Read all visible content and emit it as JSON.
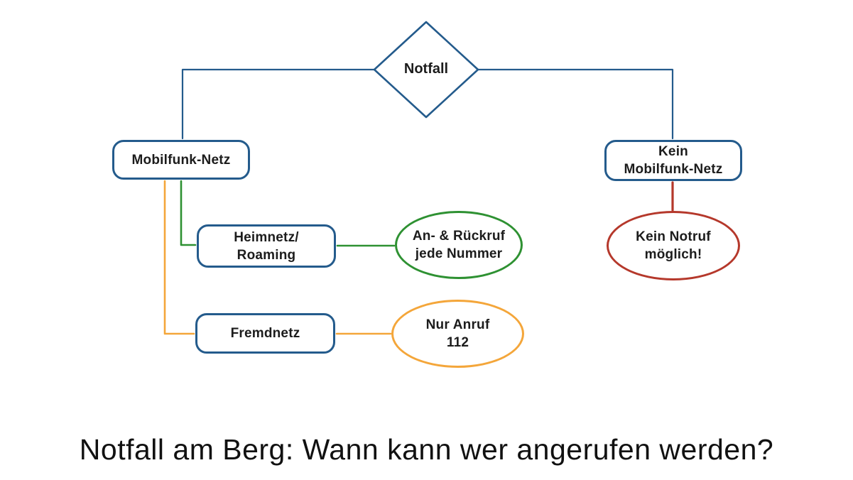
{
  "colors": {
    "blue": "#245b8c",
    "green": "#2e9132",
    "orange": "#f4a63a",
    "red": "#b5382b",
    "ink": "#1c1c1c"
  },
  "nodes": {
    "notfall": {
      "label": "Notfall"
    },
    "mobilfunk": {
      "label": "Mobilfunk-Netz"
    },
    "kein_mobilfunk": {
      "line1": "Kein",
      "line2": "Mobilfunk-Netz"
    },
    "heimnetz": {
      "line1": "Heimnetz/",
      "line2": "Roaming"
    },
    "fremdnetz": {
      "label": "Fremdnetz"
    },
    "an_rueckruf": {
      "line1": "An- & Rückruf",
      "line2": "jede Nummer"
    },
    "nur_anruf": {
      "line1": "Nur Anruf",
      "line2": "112"
    },
    "kein_notruf": {
      "line1": "Kein Notruf",
      "line2": "möglich!"
    }
  },
  "caption": {
    "text": "Notfall am Berg: Wann kann wer angerufen werden?"
  }
}
